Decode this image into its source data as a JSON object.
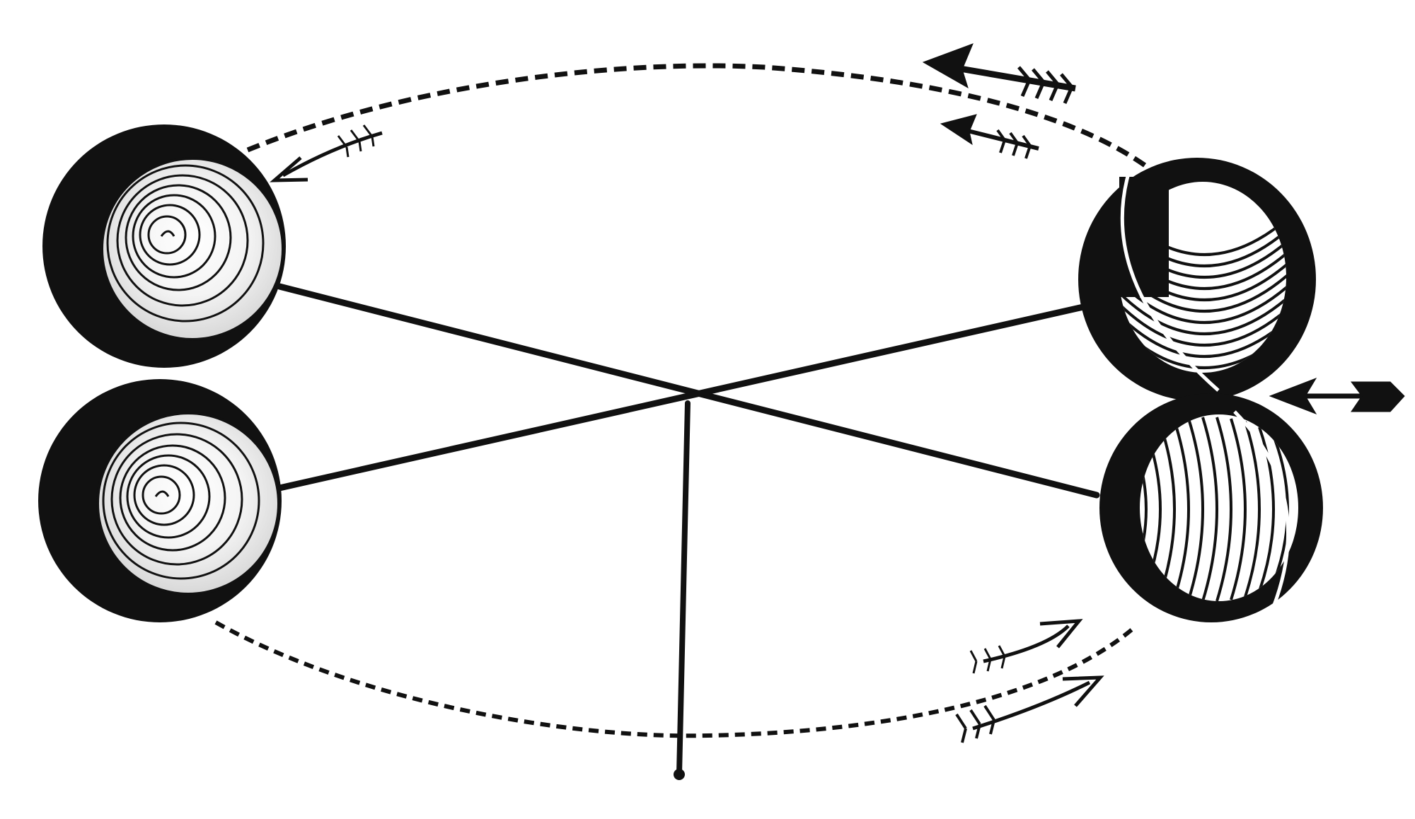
{
  "figure": {
    "kind": "engraving",
    "subject": "rotating-cups-on-crossed-arms",
    "colors": {
      "ink": "#111111",
      "paper": "#ffffff"
    },
    "cups": [
      {
        "id": "cup-upper-left",
        "opening": "facing-viewer"
      },
      {
        "id": "cup-lower-left",
        "opening": "facing-viewer"
      },
      {
        "id": "cup-upper-right",
        "opening": "facing-away"
      },
      {
        "id": "cup-lower-right",
        "opening": "facing-away"
      }
    ],
    "arrows": [
      {
        "id": "arrow-top-large",
        "direction": "left"
      },
      {
        "id": "arrow-top-small",
        "direction": "left"
      },
      {
        "id": "arrow-upper-left",
        "direction": "down-left"
      },
      {
        "id": "arrow-wind-right",
        "direction": "left"
      },
      {
        "id": "arrow-bottom-1",
        "direction": "up-right"
      },
      {
        "id": "arrow-bottom-2",
        "direction": "up-right"
      }
    ],
    "rotation_path": "dashed-ellipse",
    "text_labels": []
  }
}
